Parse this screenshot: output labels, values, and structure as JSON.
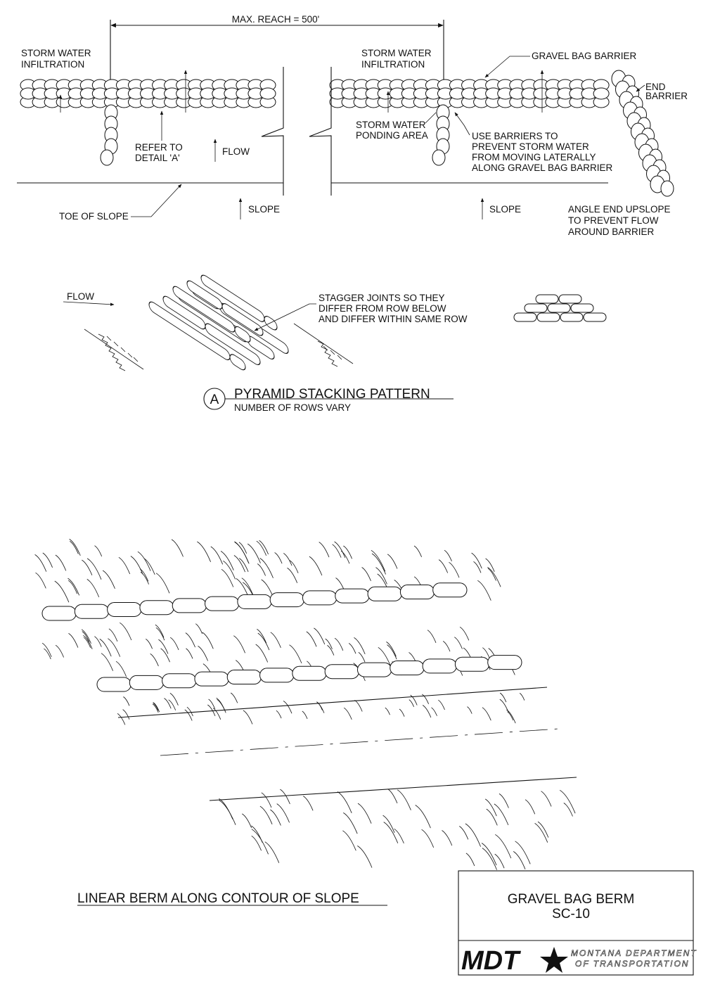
{
  "plan": {
    "max_reach": "MAX. REACH = 500'",
    "infiltration_left_1": "STORM WATER",
    "infiltration_left_2": "INFILTRATION",
    "infiltration_right_1": "STORM WATER",
    "infiltration_right_2": "INFILTRATION",
    "gravel_bag_barrier": "GRAVEL BAG BARRIER",
    "end_barrier_1": "END",
    "end_barrier_2": "BARRIER",
    "refer_1": "REFER TO",
    "refer_2": "DETAIL 'A'",
    "flow": "FLOW",
    "ponding_1": "STORM WATER",
    "ponding_2": "PONDING AREA",
    "use_barriers_1": "USE BARRIERS TO",
    "use_barriers_2": "PREVENT STORM WATER",
    "use_barriers_3": "FROM MOVING LATERALLY",
    "use_barriers_4": "ALONG GRAVEL BAG BARRIER",
    "toe_of_slope": "TOE OF SLOPE",
    "slope_left": "SLOPE",
    "slope_right": "SLOPE",
    "angle_end_1": "ANGLE END UPSLOPE",
    "angle_end_2": "TO PREVENT FLOW",
    "angle_end_3": "AROUND BARRIER"
  },
  "detail_a": {
    "flow": "FLOW",
    "stagger_1": "STAGGER JOINTS SO THEY",
    "stagger_2": "DIFFER FROM ROW BELOW",
    "stagger_3": "AND DIFFER WITHIN SAME ROW",
    "marker": "A",
    "title": "PYRAMID STACKING PATTERN",
    "subtitle": "NUMBER OF ROWS VARY"
  },
  "berm_view": {
    "title": "LINEAR BERM ALONG CONTOUR OF SLOPE"
  },
  "title_block": {
    "title": "GRAVEL BAG BERM",
    "code": "SC-10",
    "logo": "MDT",
    "agency_1": "MONTANA DEPARTMENT",
    "agency_2": "OF TRANSPORTATION"
  }
}
